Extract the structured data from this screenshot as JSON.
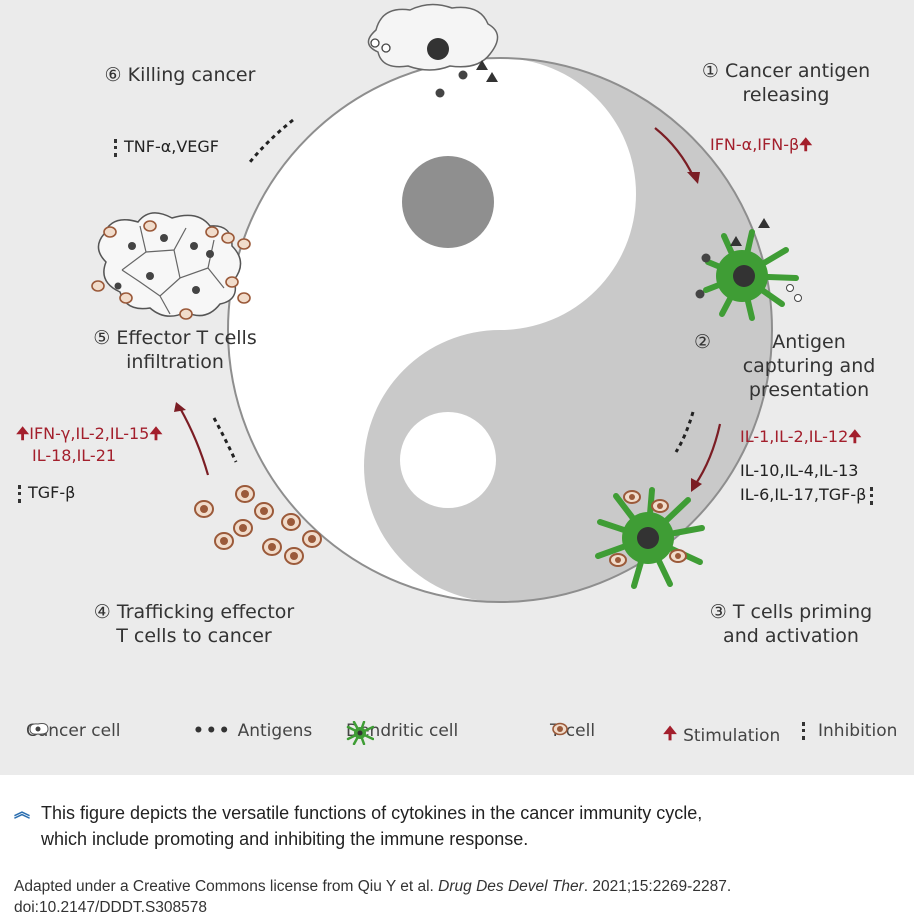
{
  "steps": {
    "s1_num": "①",
    "s1_line1": "Cancer antigen",
    "s1_line2": "releasing",
    "s2_num": "②",
    "s2_line1": "Antigen",
    "s2_line2": "capturing and",
    "s2_line3": "presentation",
    "s3_num": "③",
    "s3_line1": "T cells priming",
    "s3_line2": "and activation",
    "s4_num": "④",
    "s4_line1": "Trafficking effector",
    "s4_line2": "T cells to cancer",
    "s5_num": "⑤",
    "s5_line1": "Effector T cells",
    "s5_line2": "infiltration",
    "s6_num": "⑥",
    "s6_line1": "Killing cancer"
  },
  "cytokines": {
    "stim1": "IFN-α,IFN-β",
    "stim3": "IL-1,IL-2,IL-12",
    "inhib3_line1": "IL-10,IL-4,IL-13",
    "inhib3_line2": "IL-6,IL-17,TGF-β",
    "stim5_line1": "IFN-γ,IL-2,IL-15",
    "stim5_line2": "IL-18,IL-21",
    "inhib5": "TGF-β",
    "inhib6": "TNF-α,VEGF"
  },
  "legend": {
    "cancer_cell": "Cancer cell",
    "antigens": "Antigens",
    "dendritic_cell": "Dendritic cell",
    "t_cell": "T cell",
    "stimulation": "Stimulation",
    "inhibition": "Inhibition"
  },
  "caption": {
    "text_line1": "This figure depicts the versatile functions of cytokines in the cancer immunity cycle,",
    "text_line2": "which include promoting and inhibiting the immune response."
  },
  "credit": {
    "prefix": "Adapted under a Creative Commons license from Qiu Y et al. ",
    "journal": "Drug Des Devel Ther",
    "suffix": ". 2021;15:2269-2287.",
    "doi": "doi:10.2147/DDDT.S308578"
  },
  "colors": {
    "background": "#ebebeb",
    "yin_dark": "#c8c8c8",
    "stimulation_red": "#a31f2c",
    "dendritic_green": "#3f9d35",
    "t_cell_brown": "#9b5a3a",
    "chevron_blue": "#2c6fb0"
  }
}
